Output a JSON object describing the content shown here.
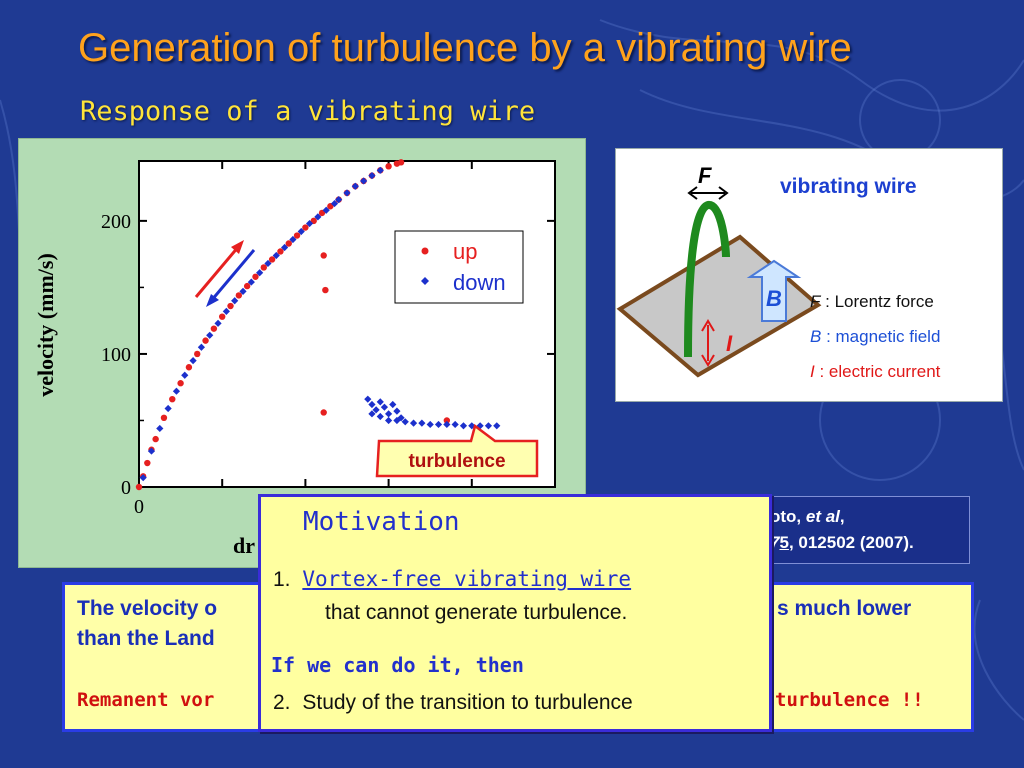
{
  "title": "Generation of turbulence by a vibrating wire",
  "subtitle": "Response of a vibrating wire",
  "chart_data": {
    "type": "scatter",
    "ylabel": "velocity   (mm/s)",
    "xlabel_visible": "dr",
    "y_ticks": [
      "0",
      "100",
      "200"
    ],
    "x_ticks_visible": [
      "0",
      "0"
    ],
    "ylim": [
      0,
      245
    ],
    "legend": {
      "items": [
        "up",
        "down"
      ],
      "placement": "top-right"
    },
    "annotation": "turbulence",
    "series": [
      {
        "name": "up",
        "color": "#e62020",
        "points": [
          [
            0.0,
            0
          ],
          [
            0.005,
            8
          ],
          [
            0.01,
            18
          ],
          [
            0.015,
            28
          ],
          [
            0.02,
            36
          ],
          [
            0.03,
            52
          ],
          [
            0.04,
            66
          ],
          [
            0.05,
            78
          ],
          [
            0.06,
            90
          ],
          [
            0.07,
            100
          ],
          [
            0.08,
            110
          ],
          [
            0.09,
            119
          ],
          [
            0.1,
            128
          ],
          [
            0.11,
            136
          ],
          [
            0.12,
            144
          ],
          [
            0.13,
            151
          ],
          [
            0.14,
            158
          ],
          [
            0.15,
            165
          ],
          [
            0.16,
            171
          ],
          [
            0.17,
            177
          ],
          [
            0.18,
            183
          ],
          [
            0.19,
            189
          ],
          [
            0.2,
            195
          ],
          [
            0.21,
            200
          ],
          [
            0.22,
            206
          ],
          [
            0.23,
            211
          ],
          [
            0.24,
            216
          ],
          [
            0.25,
            221
          ],
          [
            0.26,
            226
          ],
          [
            0.27,
            230
          ],
          [
            0.28,
            234
          ],
          [
            0.29,
            238
          ],
          [
            0.3,
            241
          ],
          [
            0.31,
            243
          ],
          [
            0.315,
            244
          ],
          [
            0.222,
            174
          ],
          [
            0.224,
            148
          ],
          [
            0.222,
            56
          ],
          [
            0.37,
            50
          ]
        ]
      },
      {
        "name": "down",
        "color": "#1c30cc",
        "points": [
          [
            0.005,
            7
          ],
          [
            0.015,
            27
          ],
          [
            0.025,
            44
          ],
          [
            0.035,
            59
          ],
          [
            0.045,
            72
          ],
          [
            0.055,
            84
          ],
          [
            0.065,
            95
          ],
          [
            0.075,
            105
          ],
          [
            0.085,
            114
          ],
          [
            0.095,
            123
          ],
          [
            0.105,
            132
          ],
          [
            0.115,
            140
          ],
          [
            0.125,
            147
          ],
          [
            0.135,
            154
          ],
          [
            0.145,
            161
          ],
          [
            0.155,
            168
          ],
          [
            0.165,
            174
          ],
          [
            0.175,
            180
          ],
          [
            0.185,
            186
          ],
          [
            0.195,
            192
          ],
          [
            0.205,
            198
          ],
          [
            0.215,
            203
          ],
          [
            0.225,
            208
          ],
          [
            0.235,
            213
          ],
          [
            0.24,
            216
          ],
          [
            0.25,
            221
          ],
          [
            0.26,
            226
          ],
          [
            0.27,
            230
          ],
          [
            0.28,
            234
          ],
          [
            0.29,
            238
          ],
          [
            0.275,
            66
          ],
          [
            0.28,
            62
          ],
          [
            0.285,
            58
          ],
          [
            0.29,
            64
          ],
          [
            0.295,
            60
          ],
          [
            0.3,
            55
          ],
          [
            0.305,
            62
          ],
          [
            0.31,
            57
          ],
          [
            0.315,
            52
          ],
          [
            0.28,
            55
          ],
          [
            0.29,
            53
          ],
          [
            0.3,
            50
          ],
          [
            0.31,
            50
          ],
          [
            0.32,
            49
          ],
          [
            0.33,
            48
          ],
          [
            0.34,
            48
          ],
          [
            0.35,
            47
          ],
          [
            0.36,
            47
          ],
          [
            0.37,
            47
          ],
          [
            0.38,
            47
          ],
          [
            0.39,
            46
          ],
          [
            0.4,
            46
          ],
          [
            0.41,
            46
          ],
          [
            0.42,
            46
          ],
          [
            0.43,
            46
          ]
        ]
      }
    ]
  },
  "wire_diagram": {
    "force_label": "F",
    "heading": "vibrating wire",
    "b_label": "B",
    "i_label": "I",
    "legend": [
      {
        "sym": "F",
        "sep": " :  ",
        "text": "Lorentz force",
        "color": "#111111"
      },
      {
        "sym": "B",
        "sep": " : ",
        "text": "magnetic field",
        "color": "#1c4fd6"
      },
      {
        "sym": "I",
        "sep": " :  ",
        "text": "electric current",
        "color": "#e01818"
      }
    ]
  },
  "reference": {
    "line1_a": "oto, ",
    "line1_b": "et al",
    "line1_c": ",",
    "line2_a": "7",
    "line2_u": "5",
    "line2_b": ", 012502 (2007)."
  },
  "conclusion": {
    "line1_left": "The velocity o",
    "line1_right": "s much lower",
    "line2_left": "than the Land",
    "line3_left": "Remanent vor",
    "line3_right": "turbulence !!"
  },
  "motivation": {
    "title": "Motivation",
    "item1_num": "1.",
    "item1_text": "Vortex-free vibrating wire",
    "item1_sub": "that cannot generate turbulence.",
    "condition": "If we can do it, then",
    "item2_num": "2.",
    "item2_text": "Study of the transition to turbulence"
  }
}
